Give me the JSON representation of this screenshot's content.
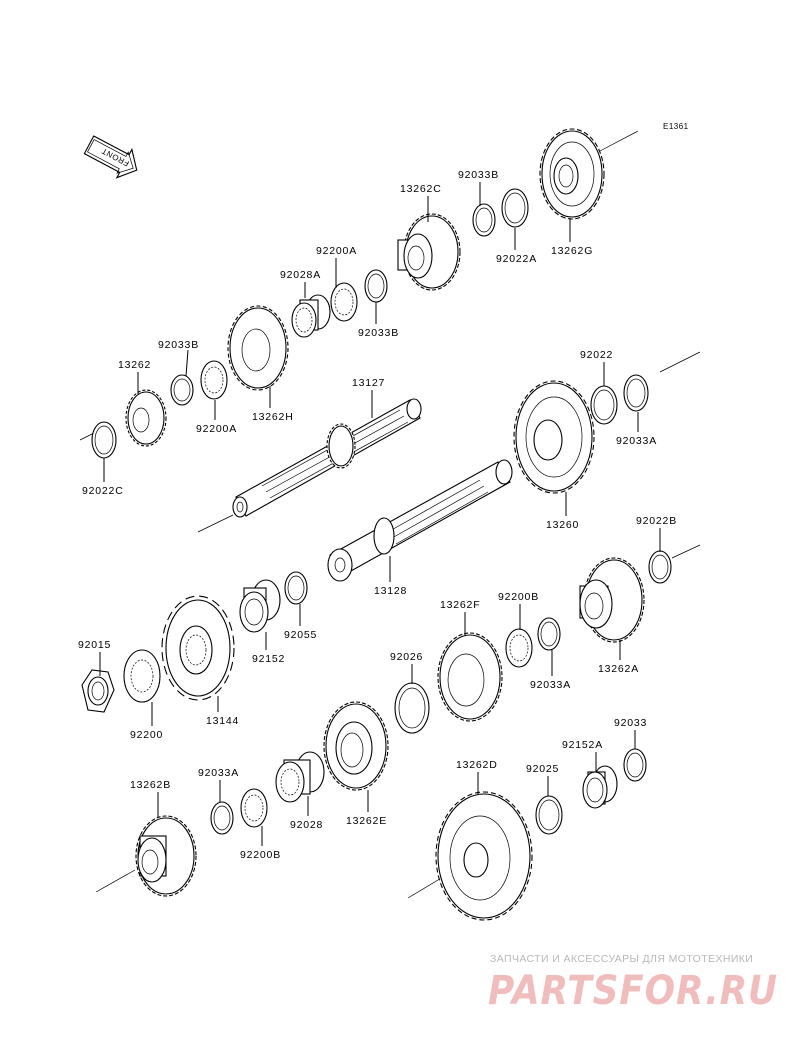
{
  "diagram_code": "E1361",
  "front_label": "FRONT",
  "watermark": {
    "caption": "ЗАПЧАСТИ И АКСЕССУАРЫ ДЛЯ МОТОТЕХНИКИ",
    "brand": "PARTSFOR.RU"
  },
  "labels": {
    "p13262C": "13262C",
    "p92033B_top": "92033B",
    "p92022A": "92022A",
    "p13262G": "13262G",
    "p92200A_top": "92200A",
    "p92028A": "92028A",
    "p92033B_mid": "92033B",
    "p92033B_left": "92033B",
    "p13262": "13262",
    "p92200A_left": "92200A",
    "p13262H": "13262H",
    "p92022C": "92022C",
    "p13127": "13127",
    "p92022": "92022",
    "p92033A_right": "92033A",
    "p13260": "13260",
    "p92022B": "92022B",
    "p13128": "13128",
    "p92055": "92055",
    "p92152": "92152",
    "p92015": "92015",
    "p92200": "92200",
    "p13144": "13144",
    "p13262F": "13262F",
    "p92200B_mid": "92200B",
    "p92026": "92026",
    "p92033A_mid": "92033A",
    "p13262A": "13262A",
    "p92033": "92033",
    "p92152A": "92152A",
    "p92025": "92025",
    "p13262D": "13262D",
    "p92033A_left": "92033A",
    "p13262B": "13262B",
    "p92200B_left": "92200B",
    "p92028": "92028",
    "p13262E": "13262E"
  }
}
